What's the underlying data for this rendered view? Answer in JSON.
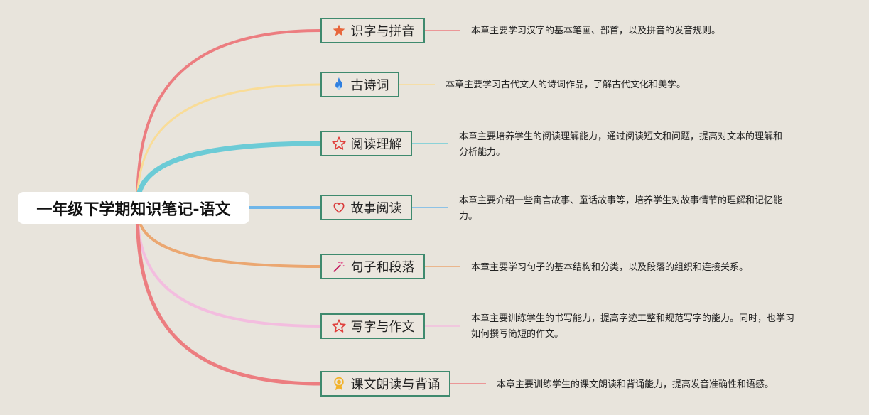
{
  "root": {
    "title": "一年级下学期知识笔记-语文"
  },
  "branches": [
    {
      "label": "识字与拼音",
      "icon": "star-filled-icon",
      "color": "#ec7d80",
      "desc": [
        "本章主要学习汉字的基本笔画、部首，以及拼音的发音规则。"
      ]
    },
    {
      "label": "古诗词",
      "icon": "fire-icon",
      "color": "#f9dc97",
      "desc": [
        "本章主要学习古代文人的诗词作品，了解古代文化和美学。"
      ]
    },
    {
      "label": "阅读理解",
      "icon": "star-outline-icon",
      "color": "#6ccbd6",
      "desc": [
        "本章主要培养学生的阅读理解能力，通过阅读短文和问题，提高对文本的理解和",
        "分析能力。"
      ]
    },
    {
      "label": "故事阅读",
      "icon": "heart-icon",
      "color": "#6fb6e9",
      "desc": [
        "本章主要介绍一些寓言故事、童话故事等，培养学生对故事情节的理解和记忆能",
        "力。"
      ]
    },
    {
      "label": "句子和段落",
      "icon": "magic-wand-icon",
      "color": "#eba771",
      "desc": [
        "本章主要学习句子的基本结构和分类，以及段落的组织和连接关系。"
      ]
    },
    {
      "label": "写字与作文",
      "icon": "star-outline-icon",
      "color": "#f3bddf",
      "desc": [
        "本章主要训练学生的书写能力，提高字迹工整和规范写字的能力。同时，也学习",
        "如何撰写简短的作文。"
      ]
    },
    {
      "label": "课文朗读与背诵",
      "icon": "award-ribbon-icon",
      "color": "#ec7d80",
      "desc": [
        "本章主要训练学生的课文朗读和背诵能力，提高发音准确性和语感。"
      ]
    }
  ]
}
